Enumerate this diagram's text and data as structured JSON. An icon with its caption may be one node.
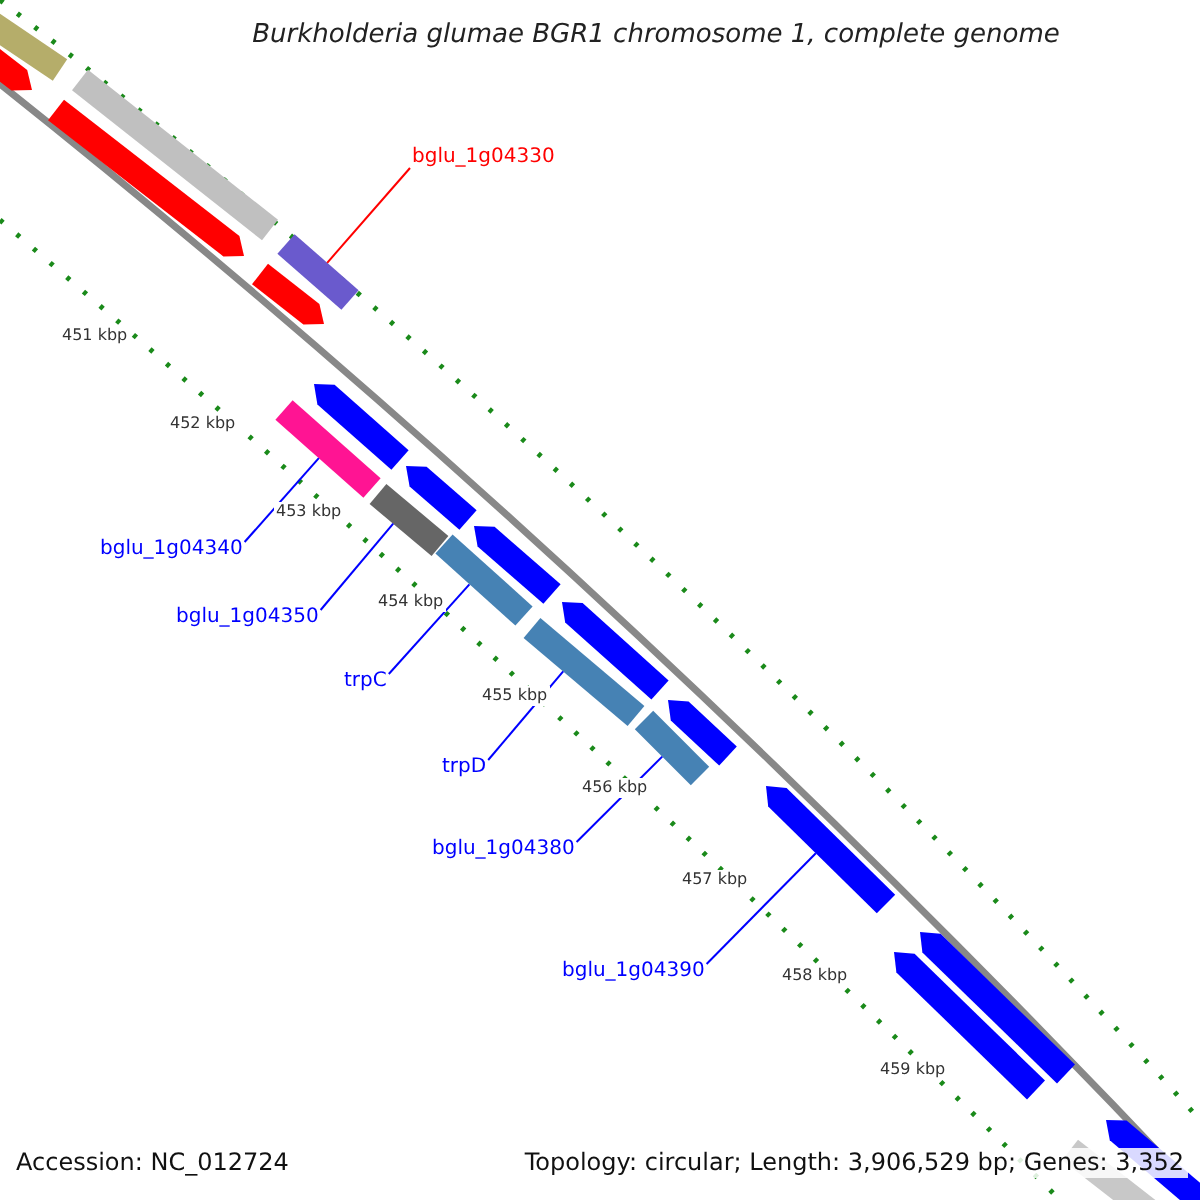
{
  "diagram": {
    "title": "Burkholderia glumae BGR1 chromosome 1, complete genome",
    "nodes": [
      {
        "text": [
          "bglu_1g04330"
        ]
      },
      {
        "text": [
          "bglu_1g04340"
        ]
      },
      {
        "text": [
          "bglu_1g04350"
        ]
      },
      {
        "text": [
          "trpC"
        ]
      },
      {
        "text": [
          "trpD"
        ]
      },
      {
        "text": [
          "bglu_1g04380"
        ]
      },
      {
        "text": [
          "bglu_1g04390"
        ]
      },
      {
        "text": [],
        "shape": "bar"
      },
      {
        "text": [],
        "shape": "bar"
      },
      {
        "text": [],
        "shape": "bar"
      },
      {
        "text": [],
        "shape": "bar"
      },
      {
        "text": [],
        "shape": "bar"
      },
      {
        "text": [],
        "shape": "bar"
      },
      {
        "text": [],
        "shape": "bar"
      }
    ],
    "edges": [
      {
        "from": 0,
        "to": 7,
        "arrow": "none",
        "color": "#ff0000"
      },
      {
        "from": 1,
        "to": 8,
        "arrow": "none"
      },
      {
        "from": 2,
        "to": 9,
        "arrow": "none"
      },
      {
        "from": 3,
        "to": 10,
        "arrow": "none"
      },
      {
        "from": 4,
        "to": 11,
        "arrow": "none"
      },
      {
        "from": 5,
        "to": 12,
        "arrow": "none"
      },
      {
        "from": 6,
        "to": 13,
        "arrow": "none"
      }
    ],
    "labels": [
      "451 kbp",
      "452 kbp",
      "453 kbp",
      "454 kbp",
      "455 kbp",
      "456 kbp",
      "457 kbp",
      "458 kbp",
      "459 kbp",
      "Accession: NC_012724",
      "Topology: circular; Length: 3,906,529 bp; Genes: 3,352"
    ]
  }
}
